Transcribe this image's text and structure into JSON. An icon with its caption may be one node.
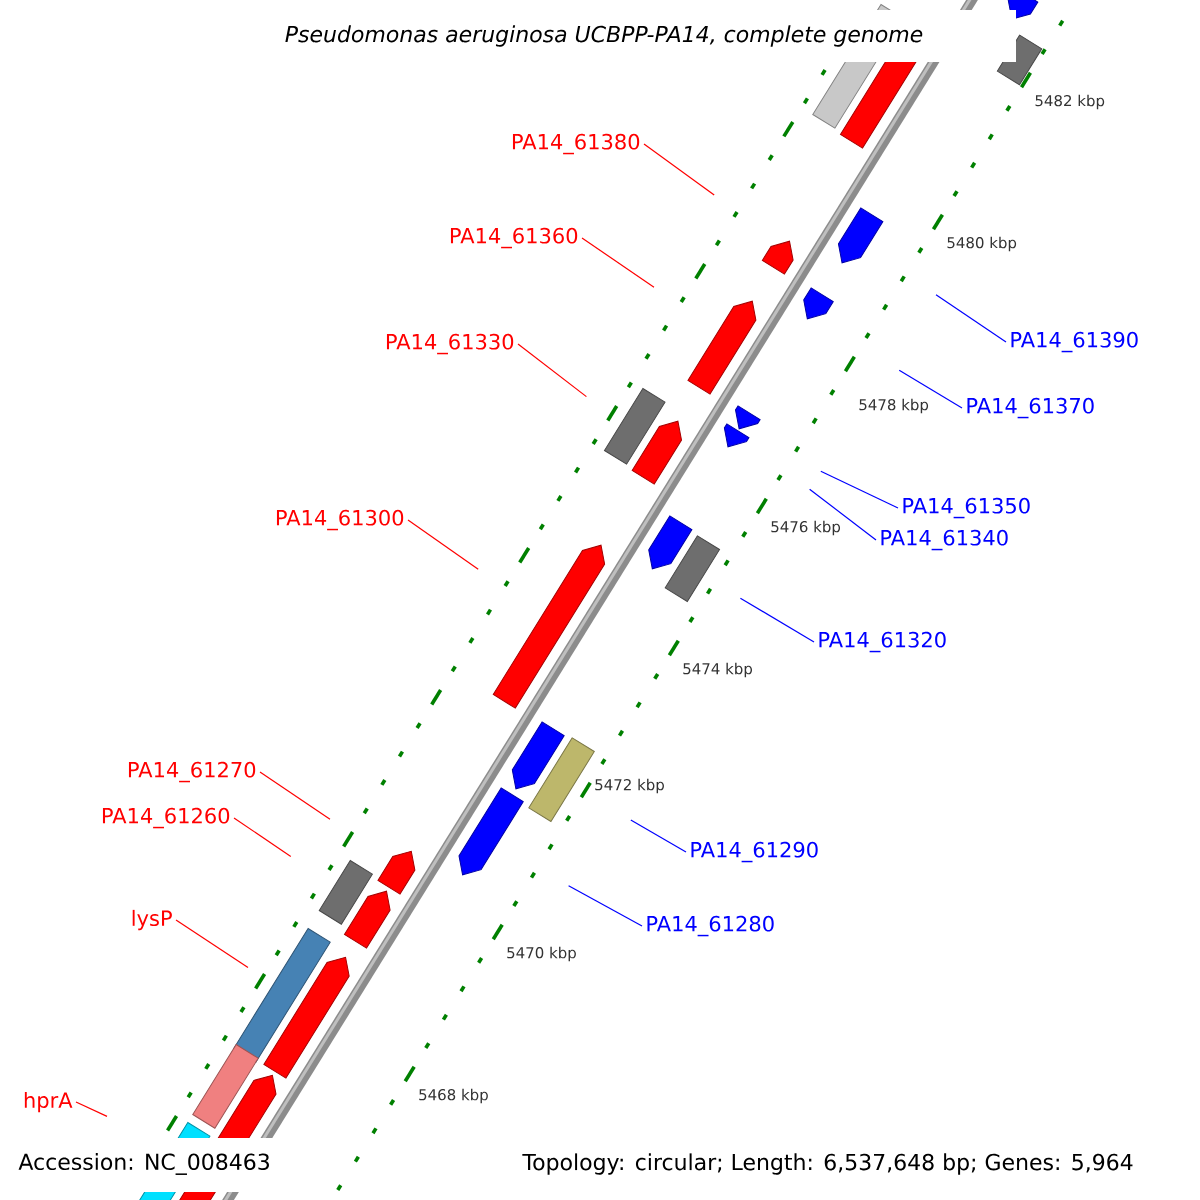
{
  "diagram": {
    "title": "Pseudomonas aeruginosa UCBPP-PA14, complete genome",
    "nodes": [
      {
        "text": [
          "PA14_61380"
        ]
      },
      {
        "text": [
          "PA14_61360"
        ]
      },
      {
        "text": [
          "PA14_61390"
        ]
      },
      {
        "text": [
          "PA14_61330"
        ]
      },
      {
        "text": [
          "PA14_61370"
        ]
      },
      {
        "text": [
          "PA14_61350"
        ]
      },
      {
        "text": [
          "PA14_61300"
        ]
      },
      {
        "text": [
          "PA14_61340"
        ]
      },
      {
        "text": [
          "PA14_61320"
        ]
      },
      {
        "text": [
          "PA14_61270"
        ]
      },
      {
        "text": [
          "PA14_61260"
        ]
      },
      {
        "text": [
          "PA14_61290"
        ]
      },
      {
        "text": [
          "lysP"
        ]
      },
      {
        "text": [
          "PA14_61280"
        ]
      },
      {
        "text": [
          "hprA"
        ]
      }
    ],
    "edges": [
      {
        "from": 0,
        "to": null,
        "arrow": "none",
        "color": "#ff0000"
      },
      {
        "from": 1,
        "to": null,
        "arrow": "none",
        "color": "#ff0000"
      },
      {
        "from": 2,
        "to": null,
        "arrow": "none",
        "color": "#0000ff"
      },
      {
        "from": 3,
        "to": null,
        "arrow": "none",
        "color": "#ff0000"
      },
      {
        "from": 4,
        "to": null,
        "arrow": "none",
        "color": "#0000ff"
      },
      {
        "from": 5,
        "to": null,
        "arrow": "none",
        "color": "#0000ff"
      },
      {
        "from": 6,
        "to": null,
        "arrow": "none",
        "color": "#ff0000"
      },
      {
        "from": 7,
        "to": null,
        "arrow": "none",
        "color": "#0000ff"
      },
      {
        "from": 8,
        "to": null,
        "arrow": "none",
        "color": "#0000ff"
      },
      {
        "from": 9,
        "to": null,
        "arrow": "none",
        "color": "#ff0000"
      },
      {
        "from": 10,
        "to": null,
        "arrow": "none",
        "color": "#ff0000"
      },
      {
        "from": 11,
        "to": null,
        "arrow": "none",
        "color": "#0000ff"
      },
      {
        "from": 12,
        "to": null,
        "arrow": "none",
        "color": "#ff0000"
      },
      {
        "from": 13,
        "to": null,
        "arrow": "none",
        "color": "#0000ff"
      },
      {
        "from": 14,
        "to": null,
        "arrow": "none",
        "color": "#ff0000"
      }
    ],
    "labels": [
      "5482 kbp",
      "5480 kbp",
      "5478 kbp",
      "5476 kbp",
      "5474 kbp",
      "5472 kbp",
      "5470 kbp",
      "5468 kbp",
      "Accession: NC_008463",
      "Topology: circular; Length: 6,537,648 bp; Genes: 5,964"
    ]
  }
}
